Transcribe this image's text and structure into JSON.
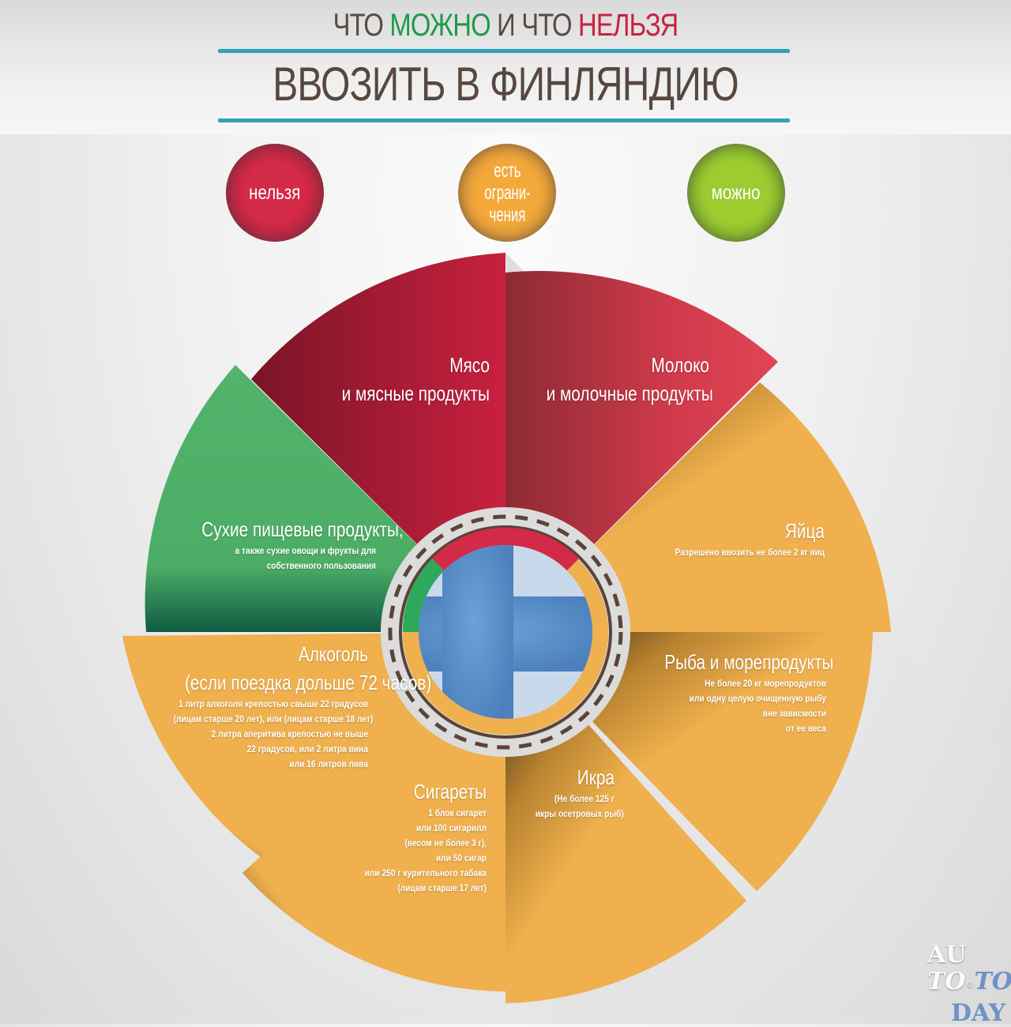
{
  "header": {
    "title_part1": "ЧТО ",
    "title_allowed": "МОЖНО",
    "title_part2": " И ЧТО ",
    "title_forbidden": "НЕЛЬЗЯ",
    "subtitle": "ВВОЗИТЬ В ФИНЛЯНДИЮ"
  },
  "legend": [
    {
      "label": "нельзя",
      "color": "#c8213f"
    },
    {
      "label": "есть ограни-чения",
      "line1": "есть",
      "line2": "ограни-",
      "line3": "чения",
      "color": "#eea43a"
    },
    {
      "label": "можно",
      "color": "#8cbf2a"
    }
  ],
  "colors": {
    "forbidden": "#c0243f",
    "restricted": "#efb04d",
    "allowed": "#4fb56a",
    "accent_rule": "#31a2b3",
    "flag_blue": "#5a8ec6"
  },
  "segments": [
    {
      "id": "meat",
      "status": "forbidden",
      "title_line1": "Мясо",
      "title_line2": "и мясные продукты"
    },
    {
      "id": "milk",
      "status": "forbidden",
      "title_line1": "Молоко",
      "title_line2": "и молочные продукты"
    },
    {
      "id": "eggs",
      "status": "restricted",
      "title": "Яйца",
      "details": [
        "Разрешено ввозить не более 2 кг яиц"
      ]
    },
    {
      "id": "fish",
      "status": "restricted",
      "title": "Рыба и морепродукты",
      "details": [
        "Не более 20 кг морепродуктов",
        "или одну целую очищенную рыбу",
        "вне зависмости",
        "от ее веса"
      ]
    },
    {
      "id": "caviar",
      "status": "restricted",
      "title": "Икра",
      "details": [
        "(Не более 125 г",
        "икры осетровых рыб)"
      ]
    },
    {
      "id": "cigarettes",
      "status": "restricted",
      "title": "Сигареты",
      "details": [
        "1 блок сигарет",
        "или 100 сигарилл",
        "(весом не более 3 г),",
        "или 50 сигар",
        "или 250 г курительного табака",
        "(лицам старше 17 лет)"
      ]
    },
    {
      "id": "alcohol",
      "status": "restricted",
      "title_line1": "Алкоголь",
      "title_line2": "(если поездка дольше 72 часов)",
      "details": [
        "1 литр алкоголя крепостью свыше 22 градусов",
        "(лицам старше 20 лет), или (лицам старше 18 лет)",
        "2 литра аперитива крепостью не выше",
        "22 градусов, или 2 литра вина",
        "или 16 литров пива"
      ]
    },
    {
      "id": "dry-food",
      "status": "allowed",
      "title": "Сухие пищевые продукты,",
      "details": [
        "а также сухие овощи и фрукты  для",
        "собственного пользования"
      ]
    }
  ],
  "center": {
    "icon": "finland-flag-icon"
  },
  "watermark": {
    "line1": "AU",
    "line2a": "TO",
    "line2b": "TO",
    "line3": "DAY",
    "sep": "©"
  }
}
